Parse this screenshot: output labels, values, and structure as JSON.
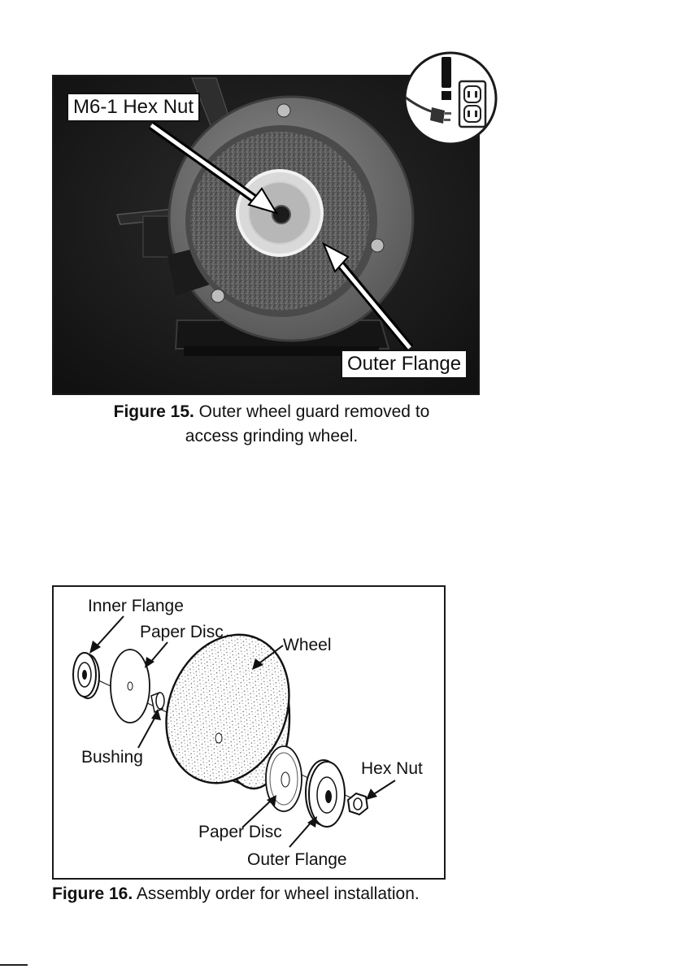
{
  "figure15": {
    "callout_hex_nut": "M6-1 Hex Nut",
    "callout_outer_flange": "Outer Flange",
    "caption_label": "Figure 15.",
    "caption_line1": " Outer wheel guard removed to",
    "caption_line2": "access grinding wheel.",
    "warning_icon": "unplug-warning-icon"
  },
  "figure16": {
    "labels": {
      "inner_flange": "Inner Flange",
      "paper_disc_top": "Paper Disc",
      "wheel": "Wheel",
      "bushing": "Bushing",
      "hex_nut": "Hex Nut",
      "paper_disc_bottom": "Paper Disc",
      "outer_flange": "Outer Flange"
    },
    "caption_label": "Figure 16.",
    "caption_text": " Assembly order for wheel installation."
  }
}
